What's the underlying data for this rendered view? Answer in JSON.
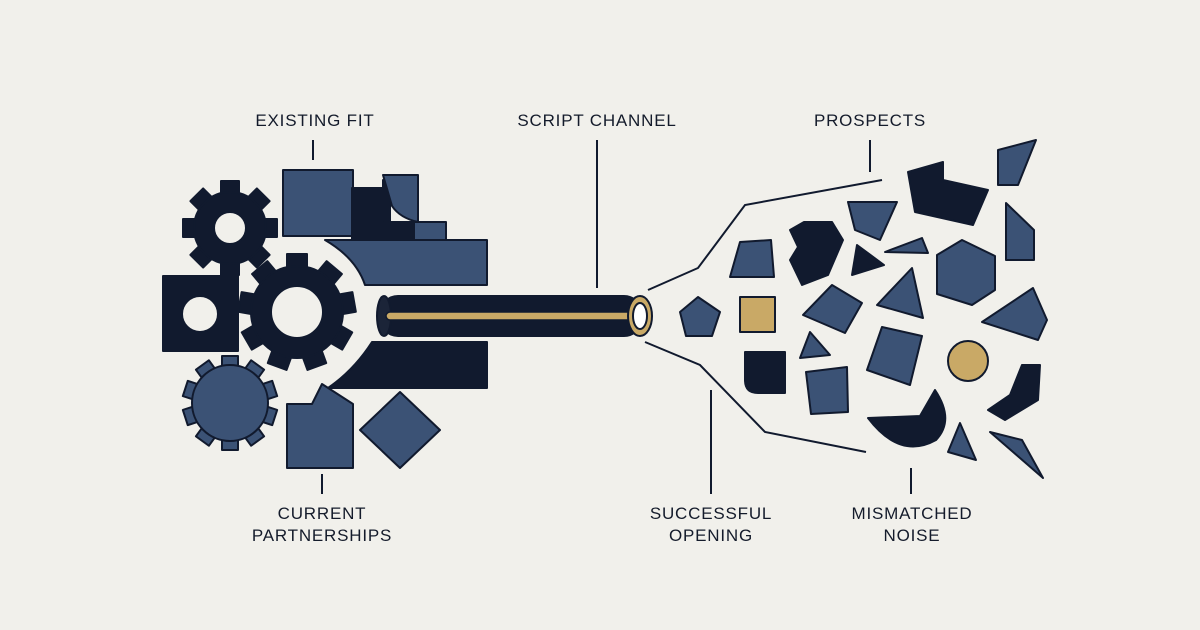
{
  "labels": {
    "existing_fit": "EXISTING FIT",
    "script_channel": "SCRIPT CHANNEL",
    "prospects": "PROSPECTS",
    "current_partnerships": [
      "CURRENT",
      "PARTNERSHIPS"
    ],
    "successful_opening": [
      "SUCCESSFUL",
      "OPENING"
    ],
    "mismatched_noise": [
      "MISMATCHED",
      "NOISE"
    ]
  },
  "colors": {
    "background": "#f1f0eb",
    "navy": "#111a2e",
    "slate_blue": "#3b5275",
    "gold": "#c9a966",
    "outline": "#111a2e"
  },
  "icons": [
    "gear-icon",
    "square-with-hole-icon",
    "gear-silhouette-icon",
    "gold-square-icon",
    "gold-circle-icon"
  ]
}
